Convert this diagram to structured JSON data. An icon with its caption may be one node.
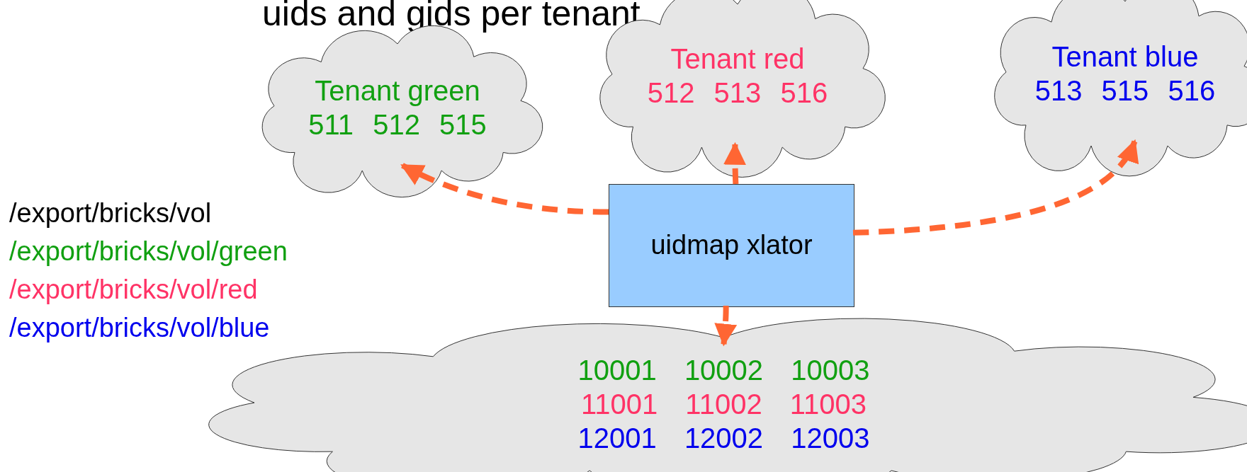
{
  "diagram": {
    "title": "uids and gids per tenant",
    "nodes": [
      {
        "text": [
          "Tenant green",
          "511 512 515"
        ]
      },
      {
        "text": [
          "Tenant red",
          "512 513 516"
        ]
      },
      {
        "text": [
          "Tenant blue",
          "513 515 516"
        ]
      },
      {
        "text": [
          "uidmap xlator"
        ]
      },
      {
        "text": [
          "10001 10002 10003",
          "11001 11002 11003",
          "12001 12002 12003"
        ]
      }
    ],
    "edges": [
      {
        "from": 3,
        "to": 0,
        "arrow": "to",
        "style": "dashed"
      },
      {
        "from": 3,
        "to": 1,
        "arrow": "to",
        "style": "dashed"
      },
      {
        "from": 3,
        "to": 2,
        "arrow": "to",
        "style": "dashed"
      },
      {
        "from": 3,
        "to": 4,
        "arrow": "to",
        "style": "dashed"
      }
    ],
    "labels": [
      "/export/bricks/vol",
      "/export/bricks/vol/green",
      "/export/bricks/vol/red",
      "/export/bricks/vol/blue"
    ]
  }
}
